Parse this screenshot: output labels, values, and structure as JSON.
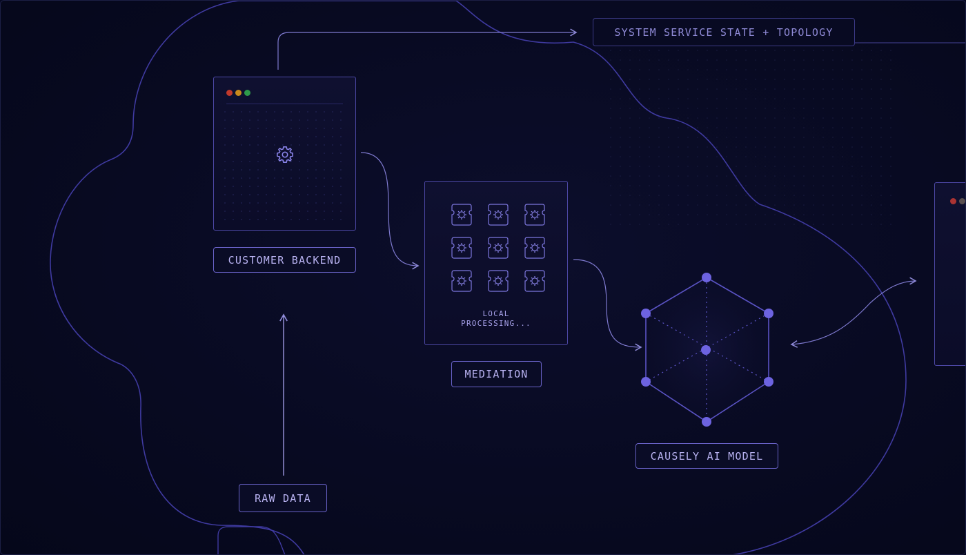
{
  "labels": {
    "topology": "SYSTEM SERVICE STATE + TOPOLOGY",
    "backend": "CUSTOMER BACKEND",
    "mediation": "MEDIATION",
    "model": "CAUSELY AI MODEL",
    "raw": "RAW DATA"
  },
  "mediation_panel": {
    "status_line1": "LOCAL",
    "status_line2": "PROCESSING..."
  },
  "window_dots": {
    "red": "#c0392b",
    "amber": "#c98a1c",
    "green": "#2e9a4a"
  },
  "colors": {
    "accent": "#6a63c9",
    "node": "#6d63e0",
    "line": "#8d89d6"
  },
  "icons": {
    "backend": "gear-icon",
    "mediation_cell": "gear-card-icon"
  }
}
